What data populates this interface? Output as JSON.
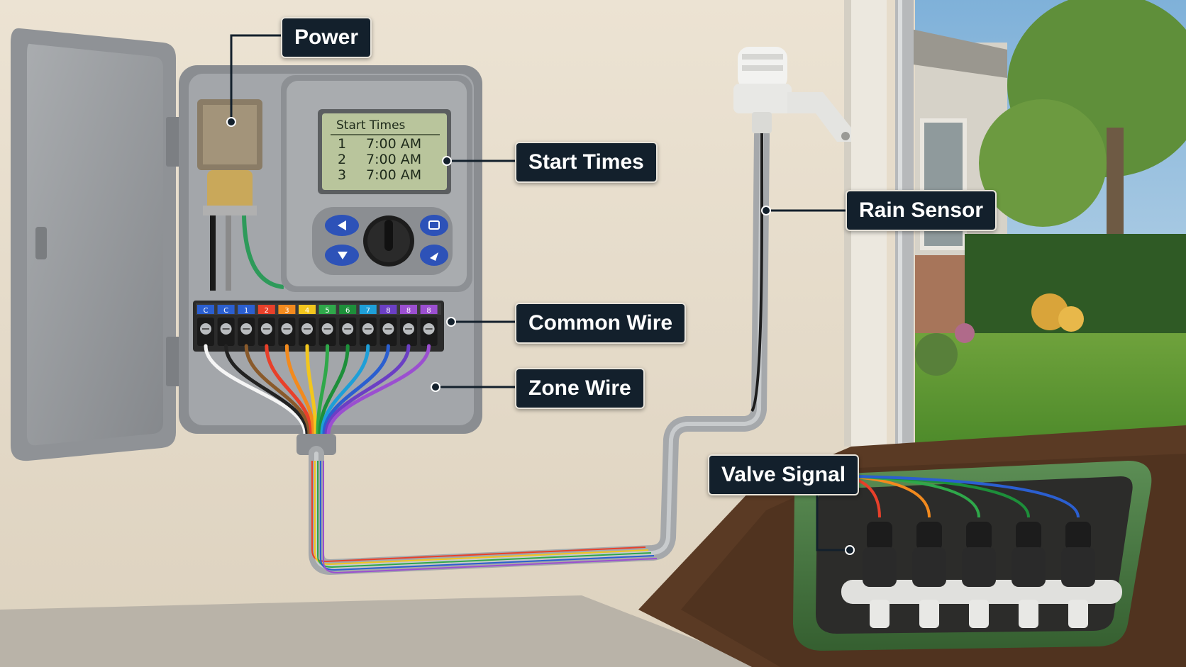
{
  "callouts": {
    "power": "Power",
    "start_times": "Start Times",
    "rain_sensor": "Rain Sensor",
    "common_wire": "Common Wire",
    "zone_wire": "Zone Wire",
    "valve_signal": "Valve Signal"
  },
  "display": {
    "header": "Start Times",
    "rows": [
      {
        "num": "1",
        "time": "7:00 AM"
      },
      {
        "num": "2",
        "time": "7:00 AM"
      },
      {
        "num": "3",
        "time": "7:00 AM"
      }
    ]
  },
  "terminals": [
    "C",
    "C",
    "1",
    "2",
    "3",
    "4",
    "5",
    "6",
    "7",
    "8"
  ],
  "colors": {
    "label_bg": "#13202c",
    "wall": "#e6dccb",
    "controller": "#9a9da0",
    "lcd": "#b9c59c",
    "button_blue": "#2d52b8",
    "valve_box": "#4a7a45"
  },
  "wire_colors": [
    "#ffffff",
    "#222222",
    "#8a5a2b",
    "#e8402a",
    "#f28a1e",
    "#f2c61e",
    "#2fa84a",
    "#1d8f3a",
    "#1e9fd8",
    "#2b5fd0",
    "#6b3fc4",
    "#9b4fd0"
  ]
}
